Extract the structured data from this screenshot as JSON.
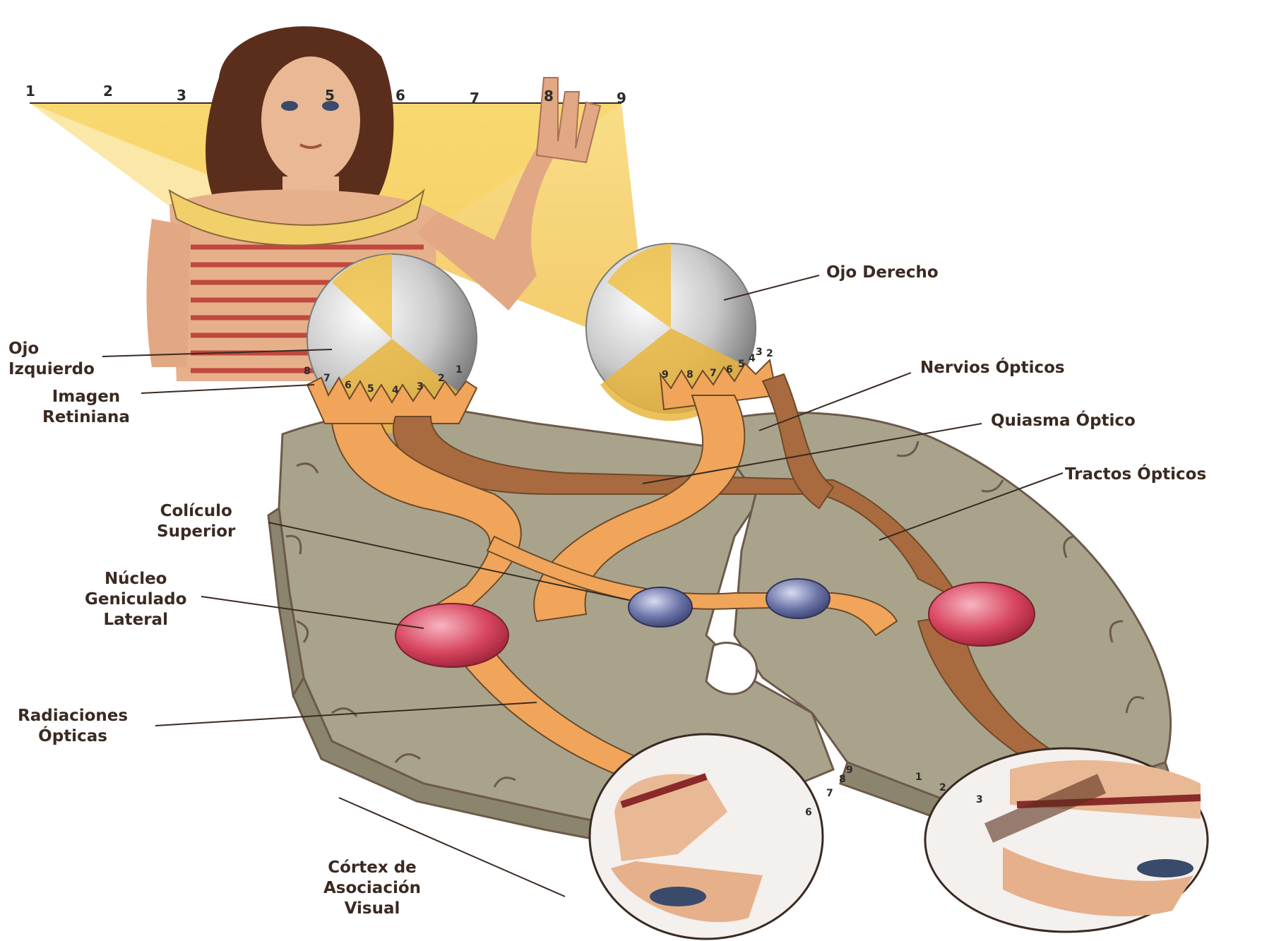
{
  "labels": {
    "ojo_derecho": "Ojo Derecho",
    "ojo_izquierdo": [
      "Ojo",
      "Izquierdo"
    ],
    "imagen_retiniana": [
      "Imagen",
      "Retiniana"
    ],
    "nervios_opticos": "Nervios Ópticos",
    "quiasma_optico": "Quiasma Óptico",
    "tractos_opticos": "Tractos Ópticos",
    "coliculo_superior": [
      "Colículo",
      "Superior"
    ],
    "nucleo_geniculado": [
      "Núcleo",
      "Geniculado",
      "Lateral"
    ],
    "radiaciones_opticas": [
      "Radiaciones",
      "Ópticas"
    ],
    "cortex_asociacion": [
      "Córtex de",
      "Asociación",
      "Visual"
    ]
  },
  "field_numbers": [
    "1",
    "2",
    "3",
    "5",
    "6",
    "7",
    "8",
    "9"
  ],
  "left_retina_numbers": [
    "8",
    "7",
    "6",
    "5",
    "4",
    "3",
    "2",
    "1"
  ],
  "right_retina_numbers": [
    "9",
    "8",
    "7",
    "6",
    "5",
    "4",
    "3",
    "2"
  ],
  "left_cortex_numbers": [
    "6",
    "7",
    "8",
    "9"
  ],
  "right_cortex_numbers": [
    "1",
    "2",
    "3"
  ],
  "colors": {
    "visual_field": "#f2c24a",
    "brain": "#a9a38c",
    "brain_outline": "#6d5a4a",
    "pathway_light": "#f0a55a",
    "pathway_dark": "#a86a3e",
    "geniculate": "#d8455f",
    "colliculus": "#6a73a6",
    "eyeball": "#c9c9c9"
  }
}
